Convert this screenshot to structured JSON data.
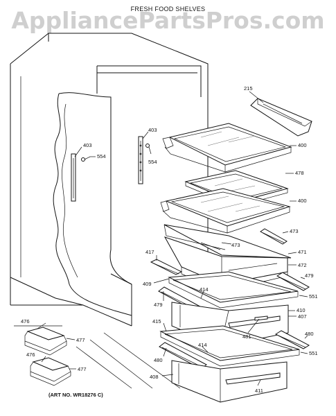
{
  "watermark": "AppliancePartsPros.com",
  "title": "FRESH FOOD SHELVES",
  "art_number": "(ART NO. WR18276 C)",
  "callouts": {
    "c215": "215",
    "c403a": "403",
    "c554a": "554",
    "c403b": "403",
    "c554b": "554",
    "c400a": "400",
    "c478": "478",
    "c400b": "400",
    "c473a": "473",
    "c473b": "473",
    "c417": "417",
    "c471": "471",
    "c472": "472",
    "c409": "409",
    "c479a": "479",
    "c414a": "414",
    "c479b": "479",
    "c551a": "551",
    "c410": "410",
    "c407": "407",
    "c415": "415",
    "c481": "481",
    "c476a": "476",
    "c477a": "477",
    "c480a": "480",
    "c414b": "414",
    "c551b": "551",
    "c480b": "480",
    "c476b": "476",
    "c477b": "477",
    "c408": "408",
    "c411": "411"
  }
}
